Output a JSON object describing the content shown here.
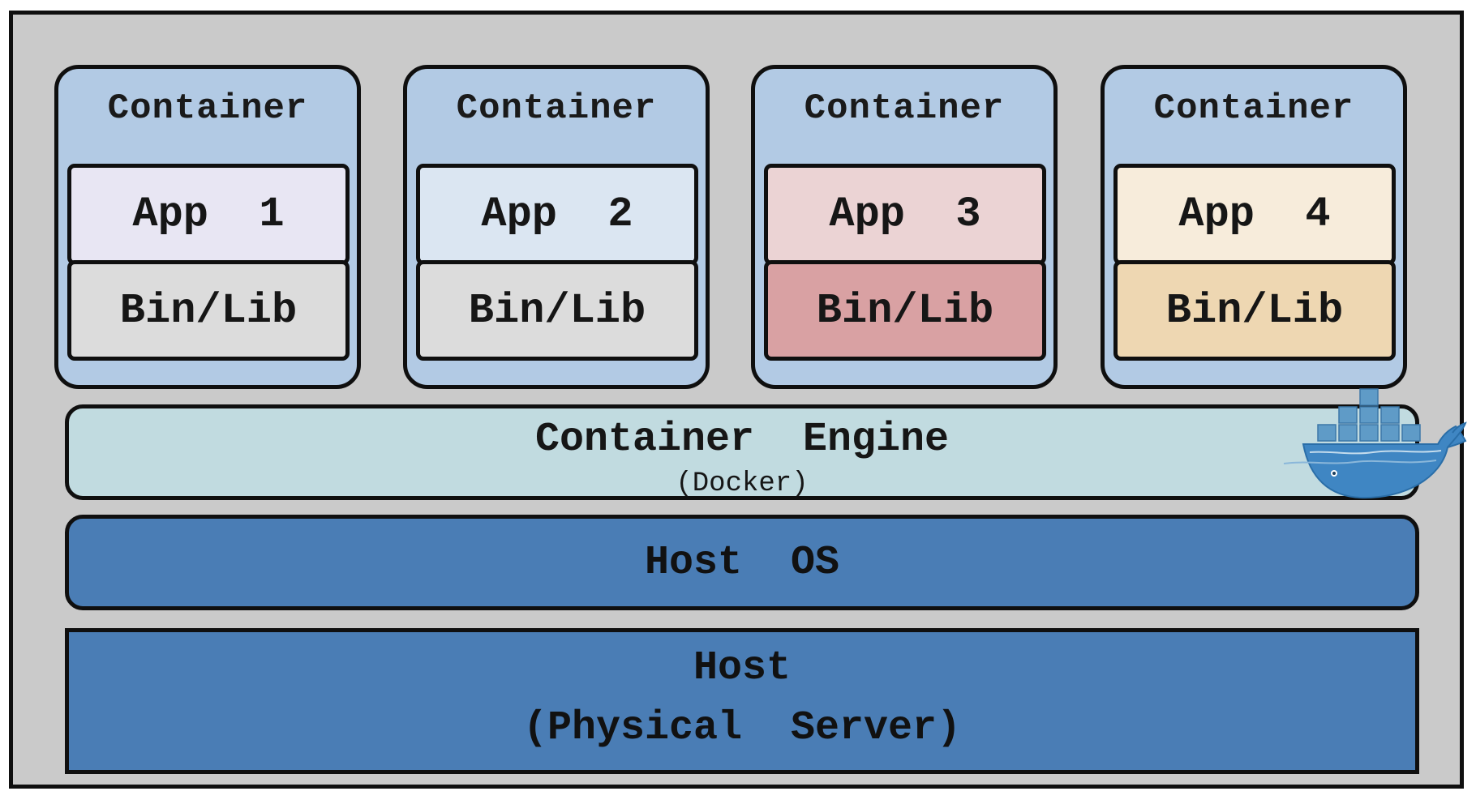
{
  "containers": [
    {
      "label": "Container",
      "app": "App  1",
      "lib": "Bin/Lib",
      "app_color": "#e8e6f3",
      "lib_color": "#dcdcdc"
    },
    {
      "label": "Container",
      "app": "App  2",
      "lib": "Bin/Lib",
      "app_color": "#dbe6f2",
      "lib_color": "#dcdcdc"
    },
    {
      "label": "Container",
      "app": "App  3",
      "lib": "Bin/Lib",
      "app_color": "#ebd3d4",
      "lib_color": "#d9a1a3"
    },
    {
      "label": "Container",
      "app": "App  4",
      "lib": "Bin/Lib",
      "app_color": "#f7ecdb",
      "lib_color": "#eed7b2"
    }
  ],
  "engine": {
    "title": "Container  Engine",
    "subtitle": "(Docker)",
    "logo_icon": "docker-whale-icon"
  },
  "host_os": {
    "label": "Host  OS"
  },
  "host": {
    "line1": "Host",
    "line2": "(Physical  Server)"
  },
  "colors": {
    "frame": "#cacaca",
    "container": "#b2cae4",
    "engine": "#c1dbe0",
    "host": "#4a7db5"
  }
}
